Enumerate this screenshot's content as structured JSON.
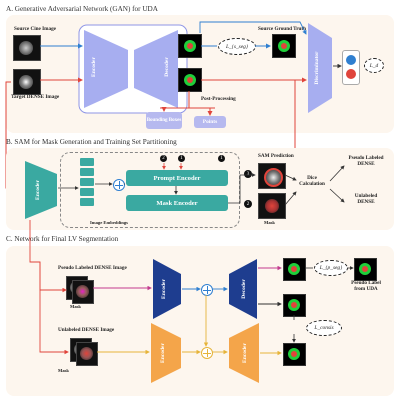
{
  "section_a": {
    "title": "A. Generative Adversarial Network (GAN) for UDA",
    "source_cine_label": "Source Cine Image",
    "target_dense_label": "Target DENSE Image",
    "encoder": "Encoder",
    "decoder": "Decoder",
    "source_ground_truth": "Source Ground Truth",
    "loss_seg": "L_{s_seg}",
    "discriminator": "Discriminator",
    "loss_d": "L_d",
    "post_processing": "Post-Processing",
    "bounding_boxes": "Bounding Boxes",
    "points": "Points"
  },
  "section_b": {
    "title": "B. SAM for Mask Generation and Training Set Partitioning",
    "encoder": "Encoder",
    "image_embeddings": "Image Embeddings",
    "prompt_encoder": "Prompt Encoder",
    "mask_encoder": "Mask Encoder",
    "sam_prediction": "SAM Prediction",
    "mask": "Mask",
    "dice_calculation": "Dice Calculation",
    "pseudo_labeled_dense": "Pseudo Labeled DENSE",
    "unlabeled_dense": "Unlabeled DENSE",
    "badges": [
      "2",
      "1",
      "1",
      "3",
      "2"
    ]
  },
  "section_c": {
    "title": "C. Network for Final LV Segmentation",
    "pseudo_labeled_image": "Pseudo Labeled DENSE Image",
    "mask_top": "Mask",
    "unlabeled_image": "Unlabeled DENSE Image",
    "mask_bottom": "Mask",
    "encoder_top": "Encoder",
    "decoder_top": "Decoder",
    "encoder_bottom": "Encoder",
    "encoder_bottom_right": "Encoder",
    "loss_p_seg": "L_{p_seg}",
    "loss_consis": "L_consis",
    "pseudo_label_from_uda": "Pseudo Label from UDA"
  },
  "colors": {
    "panel_bg": "#fdf6ee",
    "enc_blue_light": "#a7aef0",
    "enc_navy": "#1e3d8f",
    "enc_orange": "#f4a54a",
    "teal": "#3aa9a1",
    "arrow_red": "#e0443b",
    "arrow_blue": "#2f7fd0",
    "arrow_gold": "#e6b43a"
  }
}
